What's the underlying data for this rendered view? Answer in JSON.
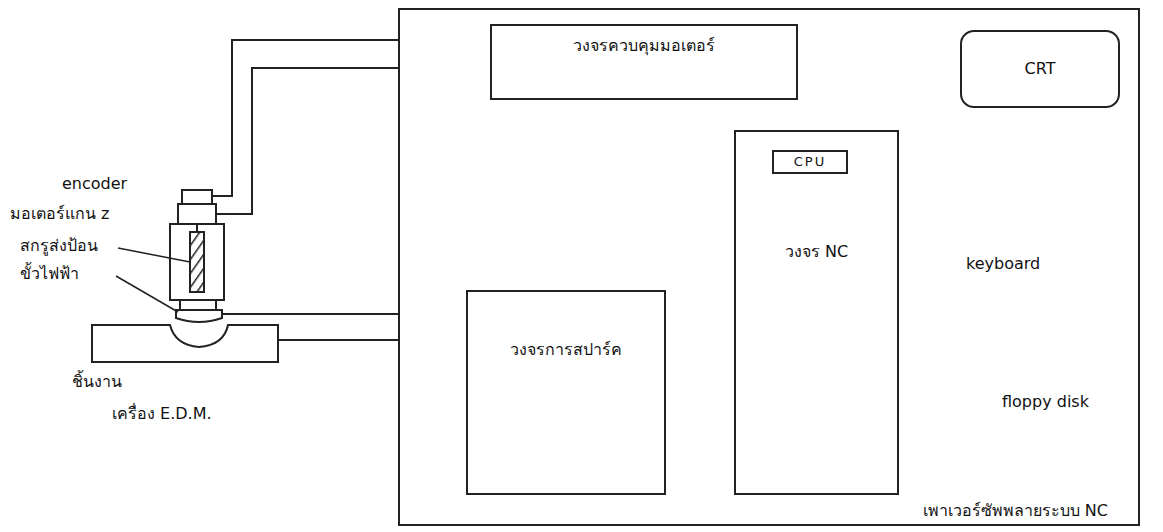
{
  "diagram": {
    "nodes": [
      {
        "text": [
          "เพาเวอร์ซัพพลายระบบ NC"
        ]
      },
      {
        "text": [
          "วงจรควบคุมมอเตอร์"
        ],
        "in": 0
      },
      {
        "text": [
          "วงจร NC"
        ],
        "in": 0
      },
      {
        "text": [
          "CPU"
        ],
        "in": 2
      },
      {
        "text": [
          "CRT"
        ],
        "in": 0
      },
      {
        "text": [
          "วงจรการสปาร์ค"
        ],
        "in": 0
      }
    ],
    "edges": [
      {
        "from": 1,
        "to": 2,
        "arrow": "none"
      },
      {
        "from": 2,
        "to": 4,
        "arrow": "to"
      },
      {
        "from": 5,
        "to": 2,
        "arrow": "none"
      }
    ],
    "labels": [
      "encoder",
      "มอเตอร์แกน z",
      "สกรูส่งป้อน",
      "ขั้วไฟฟ้า",
      "ชิ้นงาน",
      "เครื่อง E.D.M.",
      "keyboard",
      "floppy disk"
    ]
  }
}
